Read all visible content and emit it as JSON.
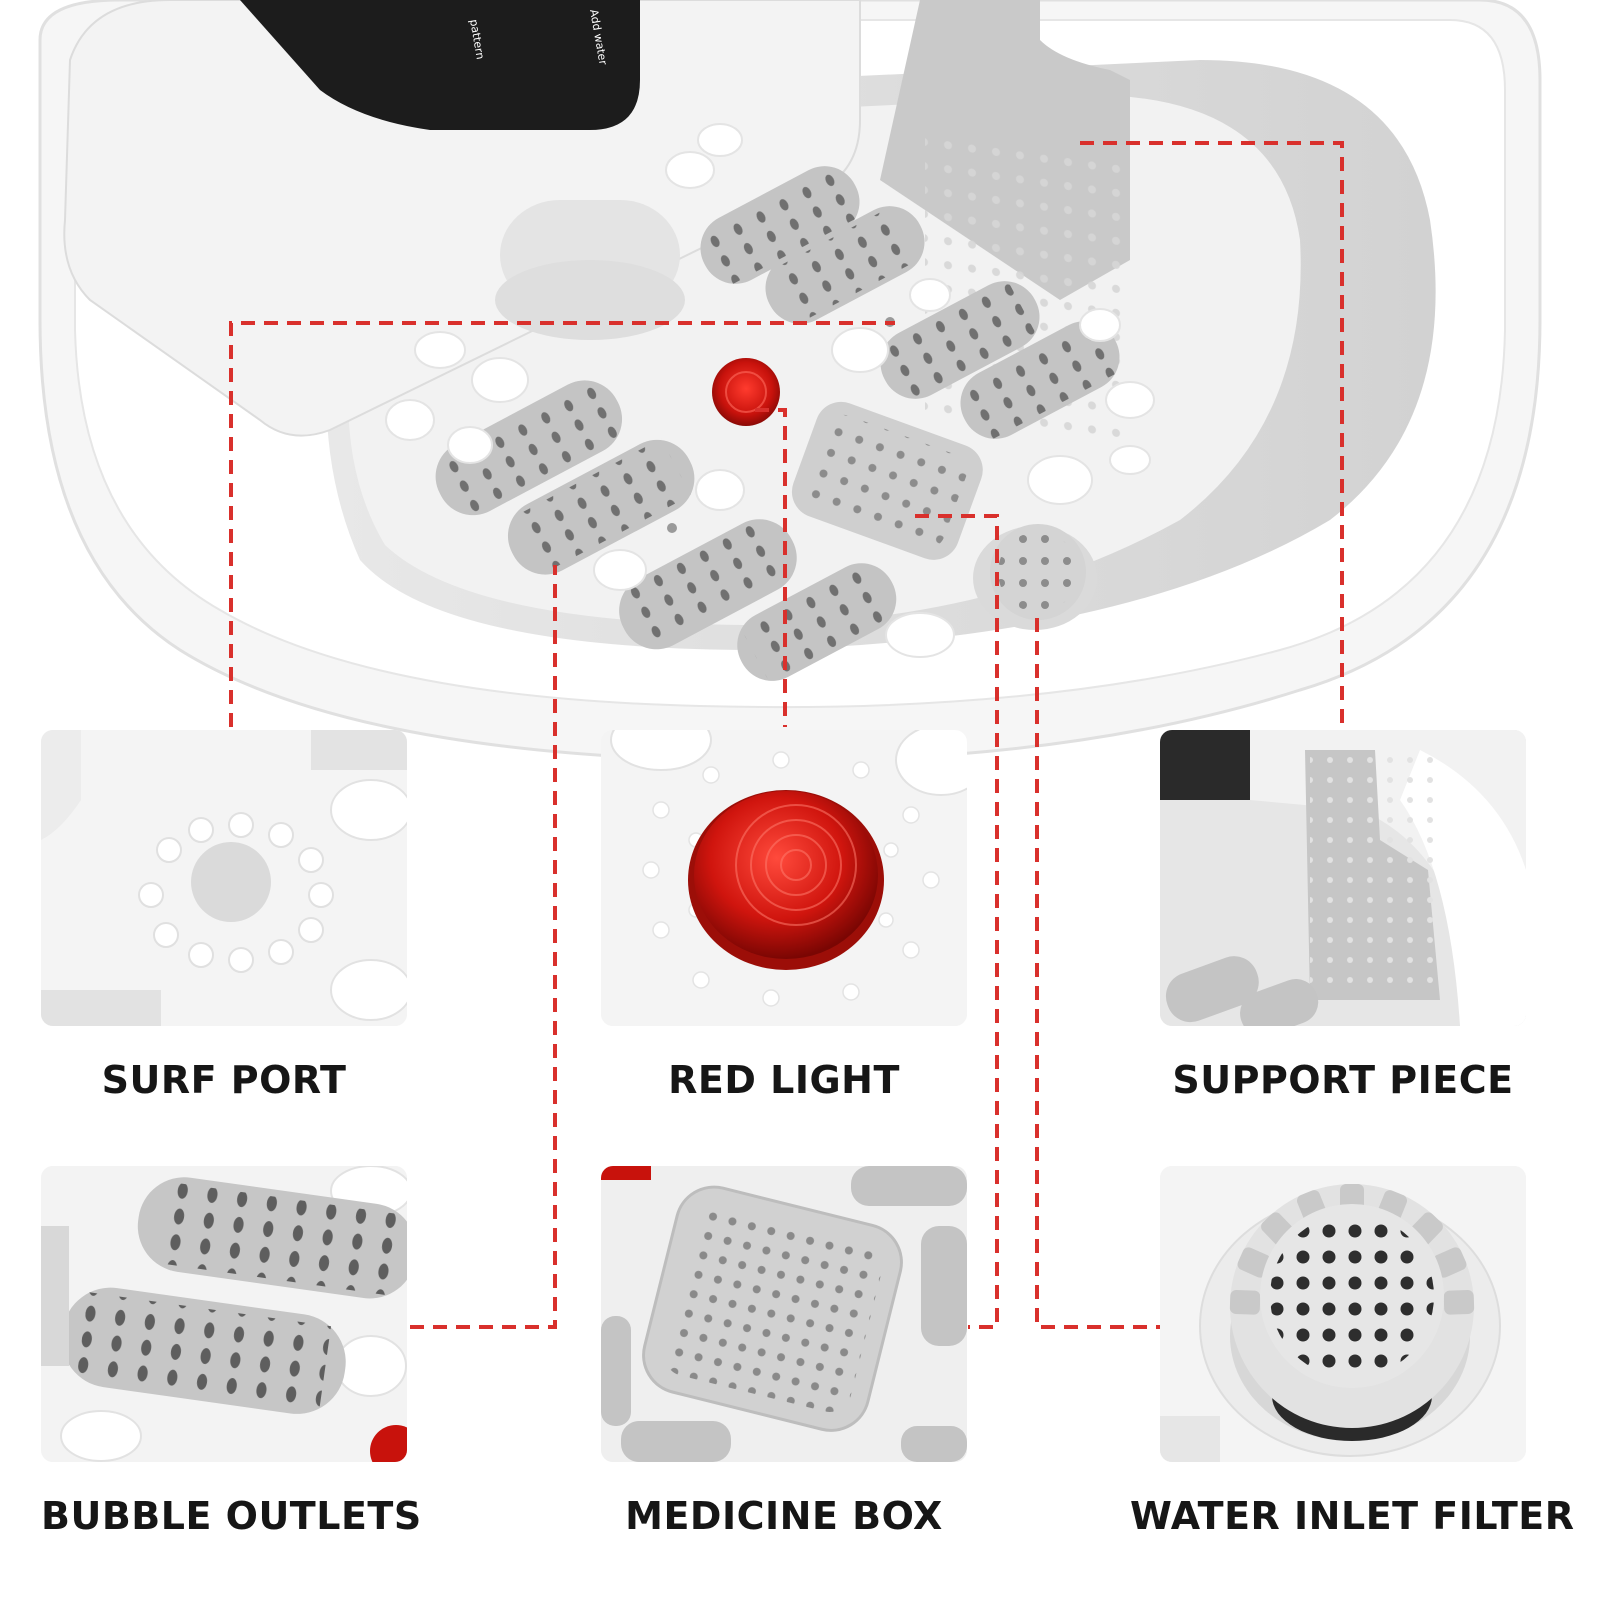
{
  "hero": {
    "panel_texts": [
      "pattern",
      "Add water"
    ]
  },
  "features": [
    {
      "id": "surf-port",
      "label": "SURF PORT"
    },
    {
      "id": "red-light",
      "label": "RED LIGHT"
    },
    {
      "id": "support-piece",
      "label": "SUPPORT PIECE"
    },
    {
      "id": "bubble-outlets",
      "label": "BUBBLE OUTLETS"
    },
    {
      "id": "medicine-box",
      "label": "MEDICINE BOX"
    },
    {
      "id": "water-inlet-filter",
      "label": "WATER INLET FILTER"
    }
  ],
  "colors": {
    "leader_line": "#d9302c",
    "tub_white": "#ffffff",
    "roller_grey": "#c4c4c4",
    "red_light": "#c8120c",
    "panel_dark": "#1c1c1c"
  }
}
